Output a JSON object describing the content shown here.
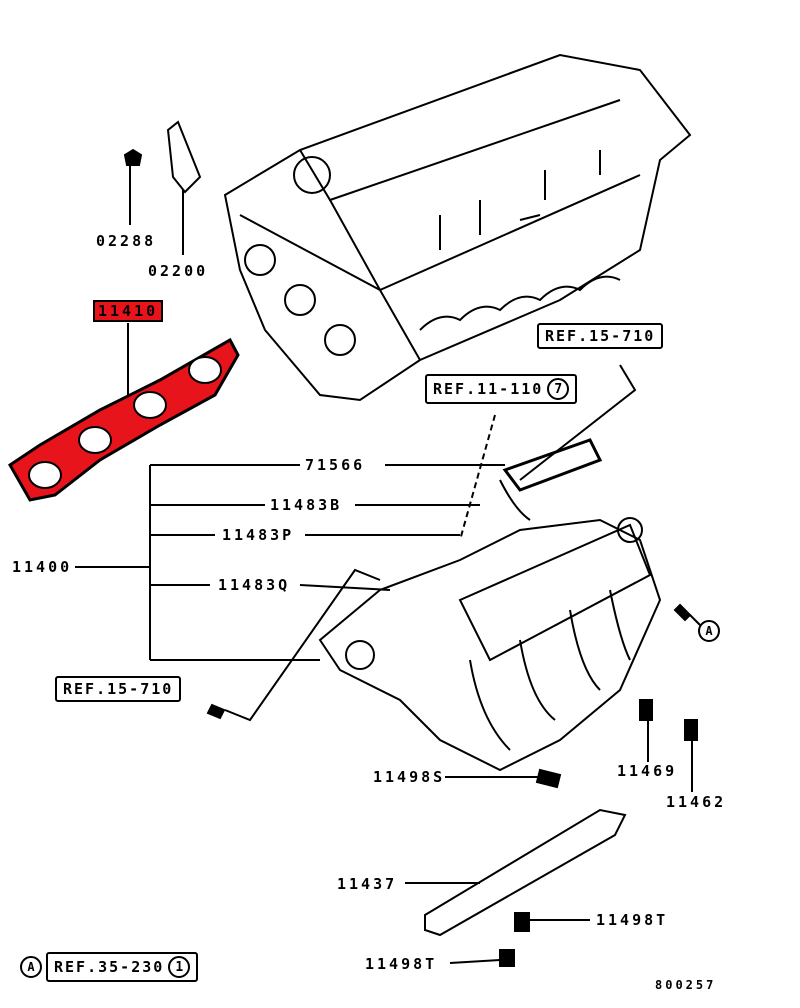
{
  "diagram": {
    "part_labels": {
      "p02288": "02288",
      "p02200": "02200",
      "p11410": "11410",
      "p71566": "71566",
      "p11483b": "11483B",
      "p11483p": "11483P",
      "p11400": "11400",
      "p11483q": "11483Q",
      "p11498s": "11498S",
      "p11469": "11469",
      "p11462": "11462",
      "p11437": "11437",
      "p11498t_a": "11498T",
      "p11498t_b": "11498T"
    },
    "refs": {
      "ref_15_710_top": "REF.15-710",
      "ref_11_110": "REF.11-110",
      "ref_11_110_num": "7",
      "ref_15_710_left": "REF.15-710",
      "ref_35_230": "REF.35-230",
      "ref_35_230_num": "1"
    },
    "marker_a": "A",
    "marker_a_bottom": "A",
    "diagram_code": "800257",
    "highlight_color": "#e8141b"
  }
}
